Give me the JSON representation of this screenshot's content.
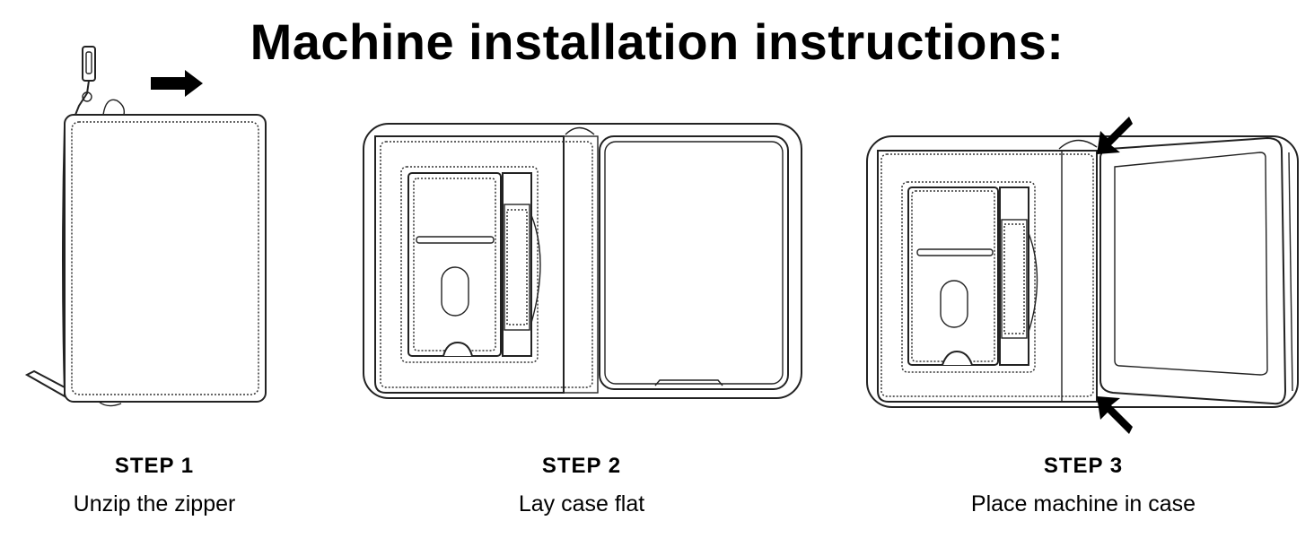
{
  "title": "Machine installation instructions:",
  "steps": [
    {
      "label": "STEP 1",
      "description": "Unzip the zipper"
    },
    {
      "label": "STEP 2",
      "description": "Lay case flat"
    },
    {
      "label": "STEP 3",
      "description": "Place machine in case"
    }
  ]
}
